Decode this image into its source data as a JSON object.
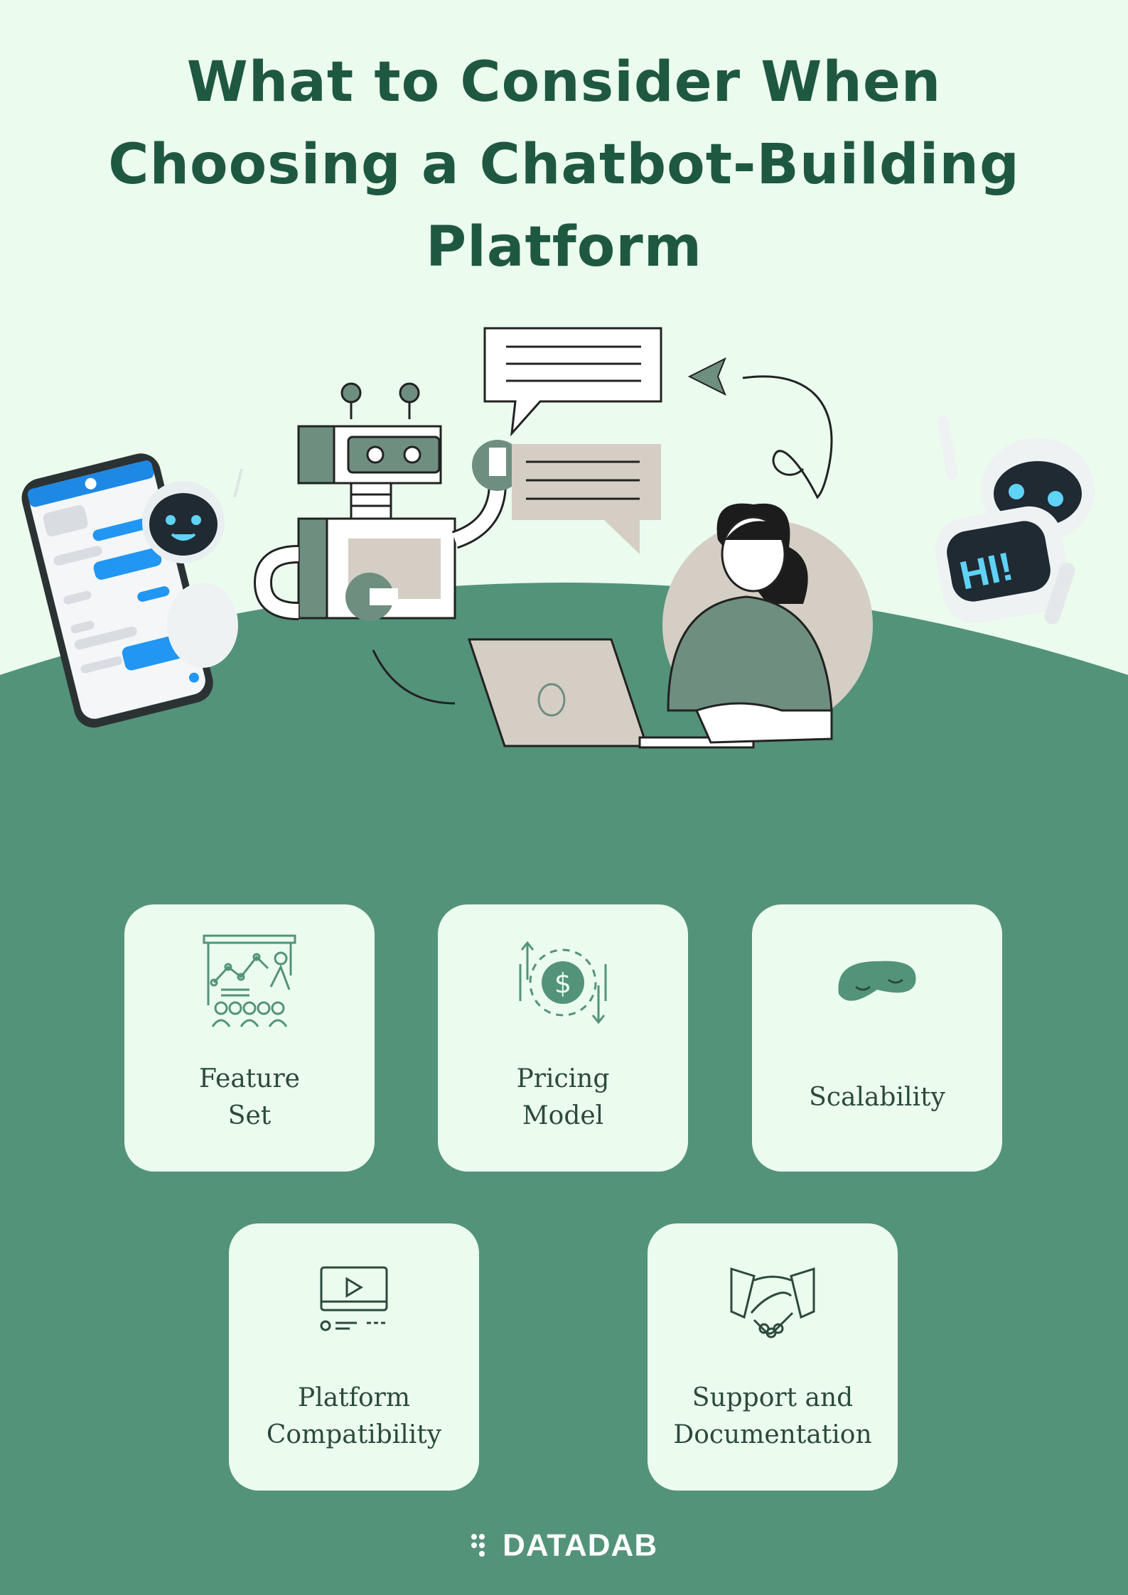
{
  "title": {
    "line1": "What to Consider When",
    "line2": "Choosing a Chatbot-Building",
    "line3": "Platform"
  },
  "hero": {
    "robot_sign": "HI!"
  },
  "cards": [
    {
      "line1": "Feature",
      "line2": "Set",
      "icon": "presentation-chart-icon"
    },
    {
      "line1": "Pricing",
      "line2": "Model",
      "icon": "dollar-exchange-icon"
    },
    {
      "line1": "Scalability",
      "line2": "",
      "icon": "sleep-mask-icon"
    },
    {
      "line1": "Platform",
      "line2": "Compatibility",
      "icon": "video-player-icon"
    },
    {
      "line1": "Support and",
      "line2": "Documentation",
      "icon": "handshake-icon"
    }
  ],
  "brand": {
    "name": "DATADAB"
  },
  "colors": {
    "background": "#ebfcef",
    "green": "#53937a",
    "dark_green": "#1f5840",
    "card": "#ebfcef"
  }
}
